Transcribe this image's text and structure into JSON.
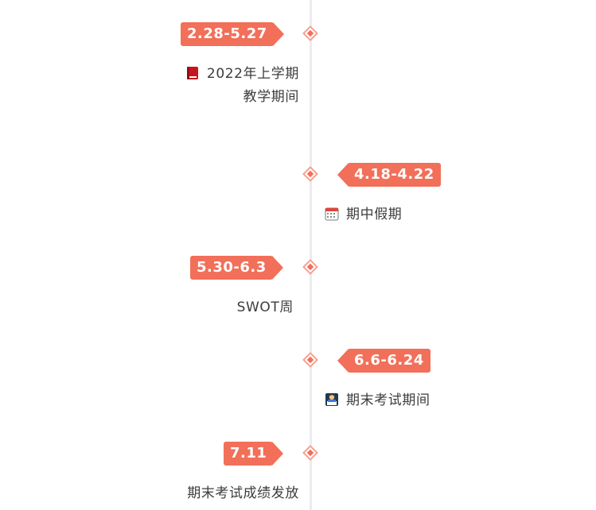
{
  "events": [
    {
      "date": "2.28-5.27",
      "icon": "book-icon",
      "line1": "2022年上学期",
      "line2": "教学期间"
    },
    {
      "date": "4.18-4.22",
      "icon": "calendar-icon",
      "line1": "期中假期"
    },
    {
      "date": "5.30-6.3",
      "line1": "SWOT周"
    },
    {
      "date": "6.6-6.24",
      "icon": "student-writing-icon",
      "line1": "期末考试期间"
    },
    {
      "date": "7.11",
      "line1": "期末考试成绩发放"
    }
  ],
  "colors": {
    "accent": "#f26f5a",
    "node_border": "#f7a08f",
    "axis": "#ebebf0",
    "text": "#3c3c3c"
  }
}
